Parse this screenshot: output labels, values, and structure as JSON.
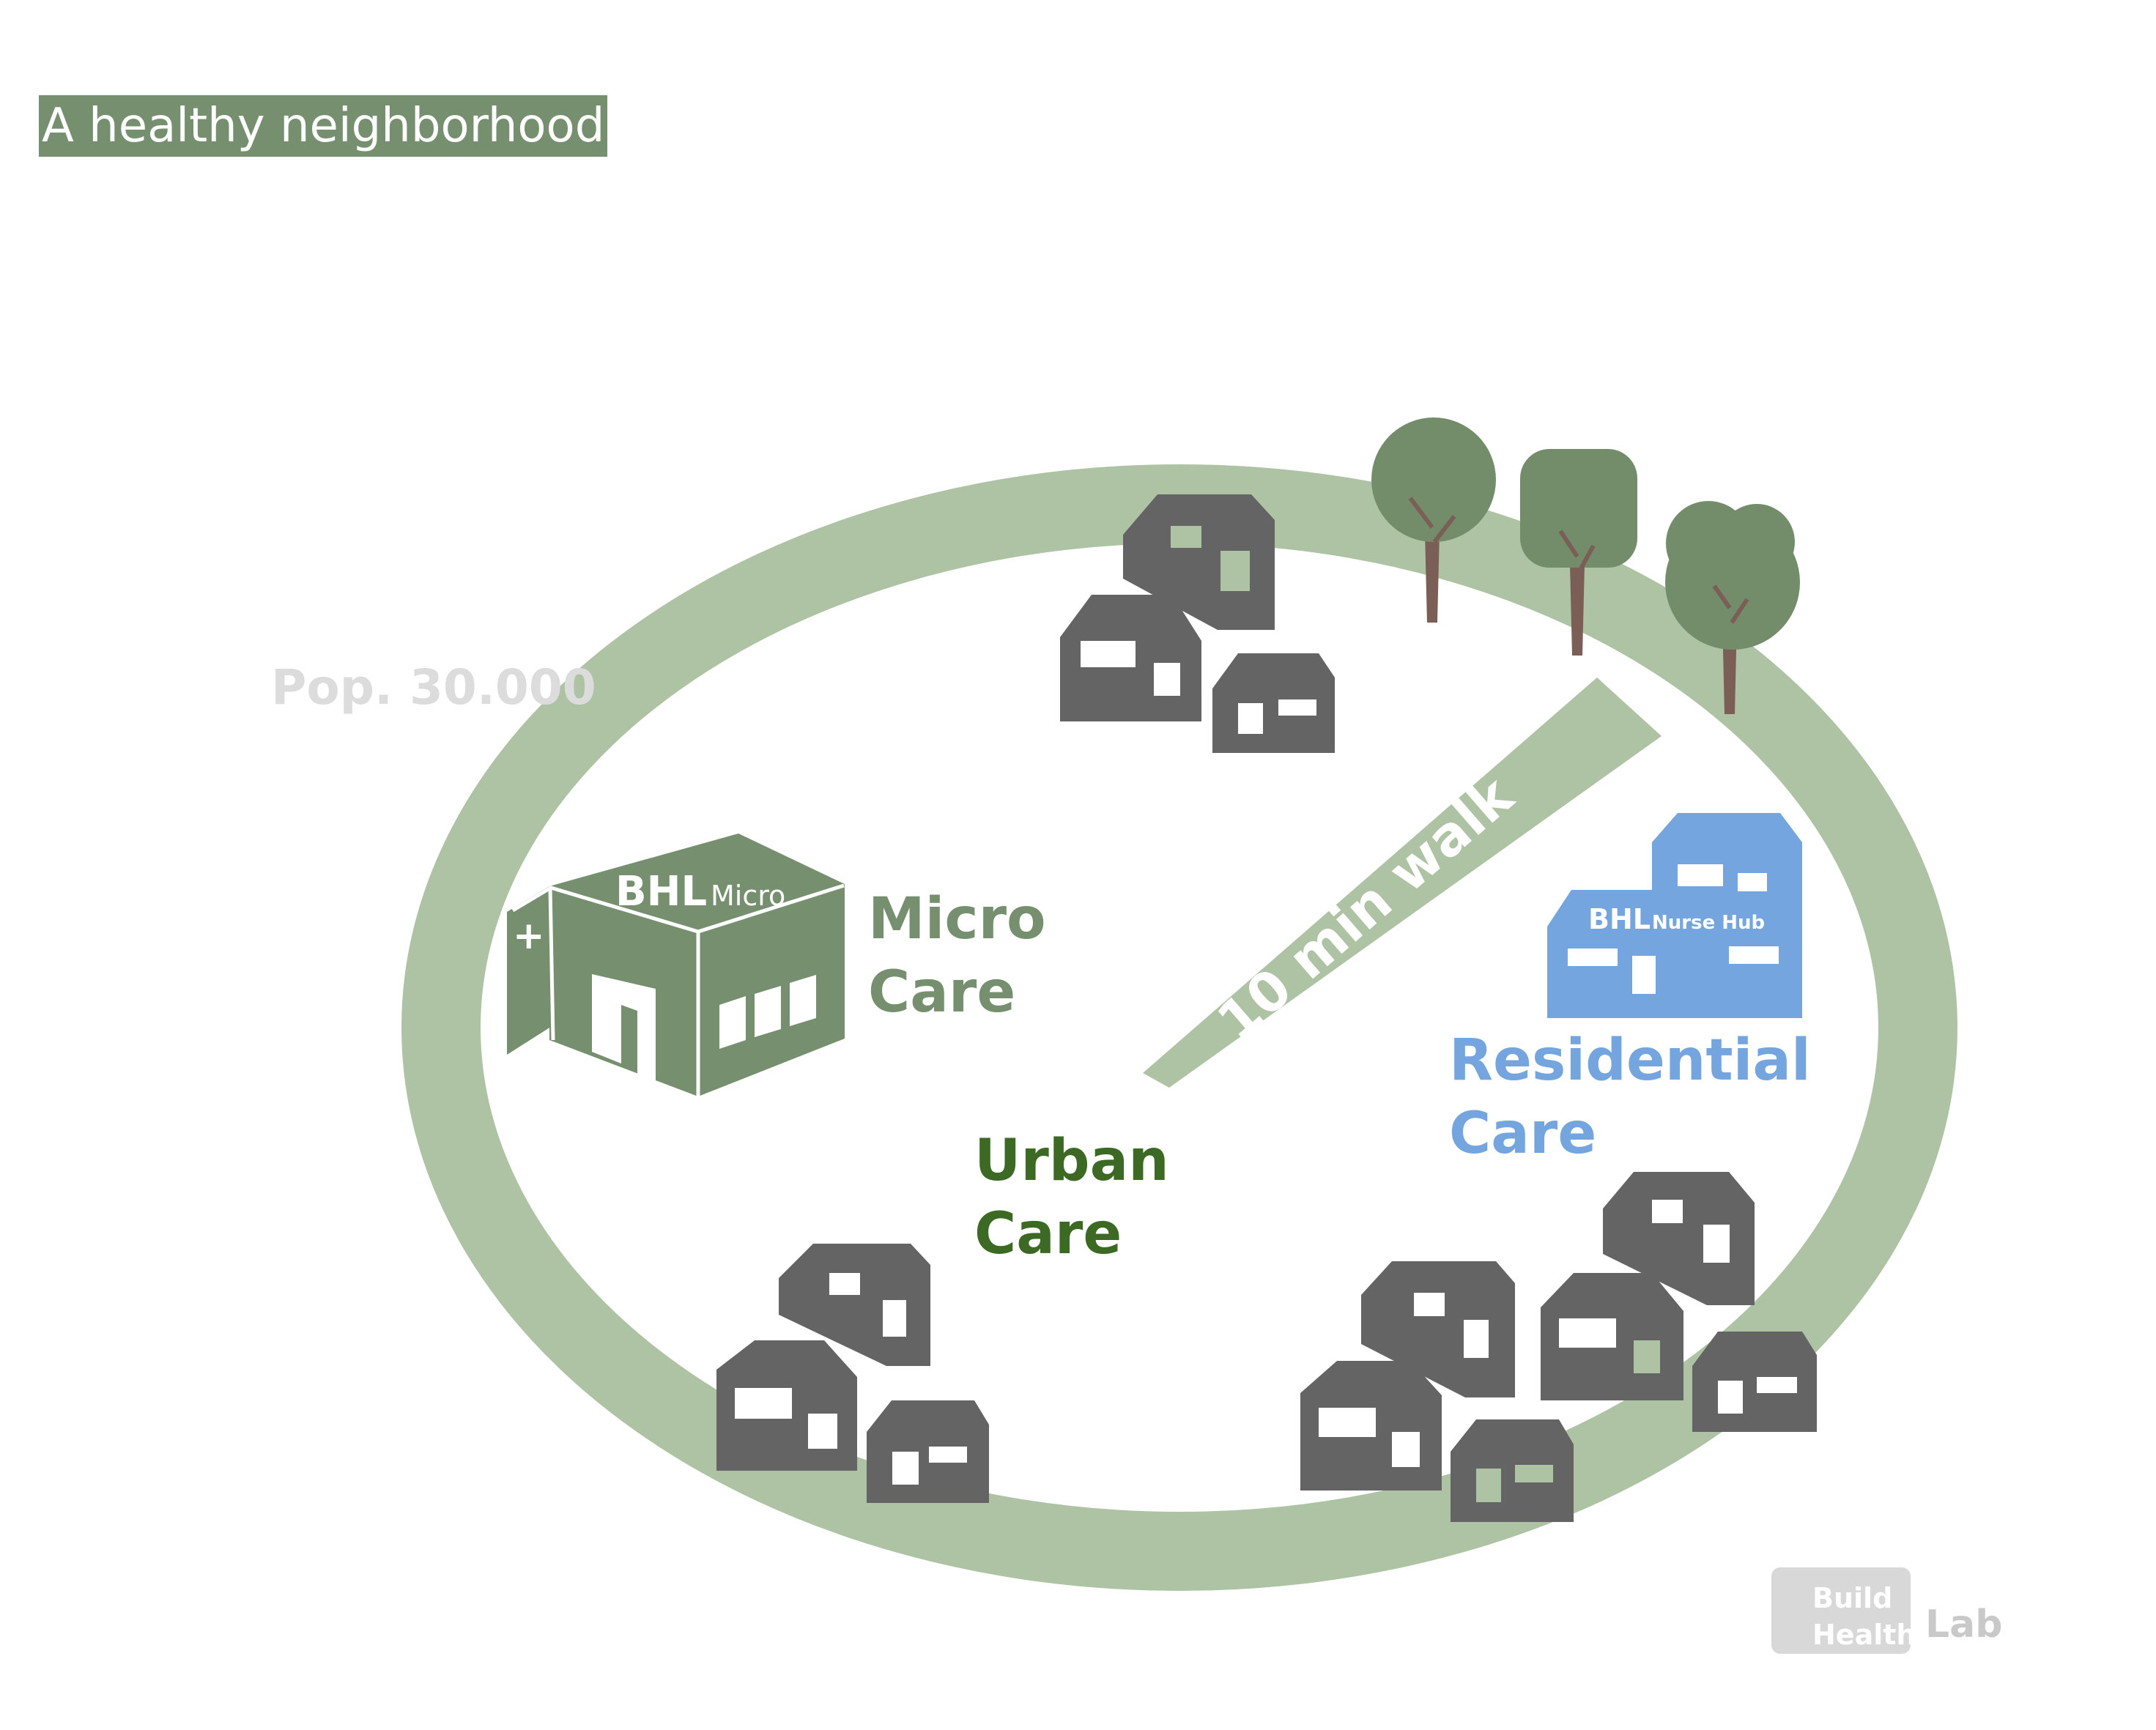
{
  "title": "A healthy neighborhood",
  "population": "Pop. 30.000",
  "walk_label": "10 min walk",
  "micro": {
    "line1": "Micro",
    "line2": "Care",
    "building_brand": "BHL",
    "building_sub": "Micro",
    "cross": "+"
  },
  "urban": {
    "line1": "Urban",
    "line2": "Care"
  },
  "residential": {
    "line1": "Residential",
    "line2": "Care",
    "building_brand": "BHL",
    "building_sub": "Nurse Hub"
  },
  "logo": {
    "word1": "Build",
    "word2": "Health",
    "word3": "Lab"
  },
  "colors": {
    "ring": "#adc3a4",
    "tree_canopy": "#738d6b",
    "tree_trunk": "#7b5f56",
    "house": "#646464",
    "micro_building": "#76906f",
    "nurse_hub": "#74a5df",
    "urban_text": "#3c6a24",
    "population_text": "#dcdcdc"
  }
}
